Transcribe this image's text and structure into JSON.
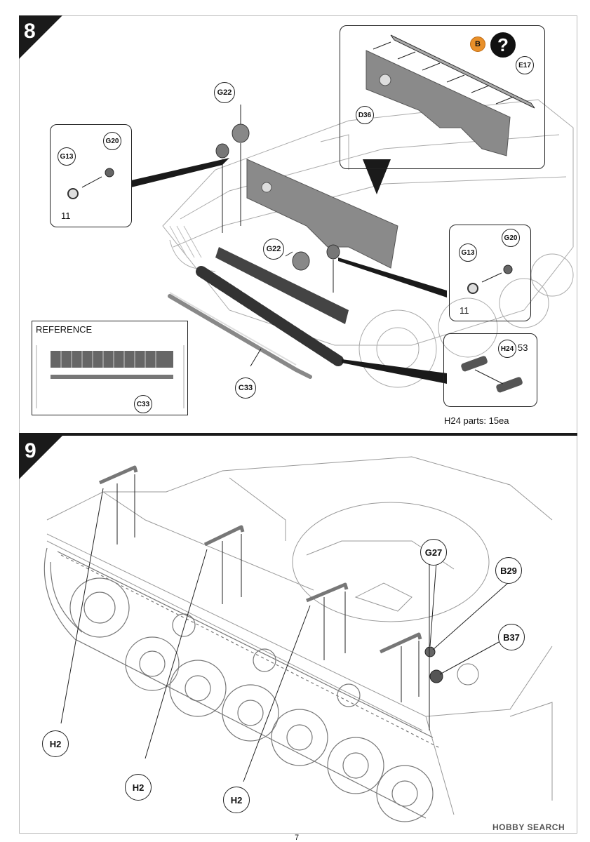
{
  "page_number": "7",
  "watermark": "HOBBY SEARCH",
  "step8": {
    "step_number": "8",
    "labels": {
      "g22_top": "G22",
      "g22_mid": "G22",
      "c33": "C33",
      "e17": "E17",
      "d36": "D36",
      "b_marker": "B",
      "question": "?"
    },
    "inset_left": {
      "g13": "G13",
      "g20": "G20",
      "qty": "11"
    },
    "inset_right": {
      "g13": "G13",
      "g20": "G20",
      "qty": "11"
    },
    "track_inset": {
      "h24": "H24",
      "qty": "53",
      "note": "H24 parts: 15ea"
    },
    "reference": {
      "title": "REFERENCE",
      "c33": "C33"
    }
  },
  "step9": {
    "step_number": "9",
    "labels": {
      "g27": "G27",
      "b29": "B29",
      "b37": "B37",
      "h2_a": "H2",
      "h2_b": "H2",
      "h2_c": "H2"
    }
  },
  "colors": {
    "tab": "#1a1a1a",
    "part_gray": "#8a8a8a",
    "marker_orange": "#e8902a",
    "line": "#222222"
  }
}
